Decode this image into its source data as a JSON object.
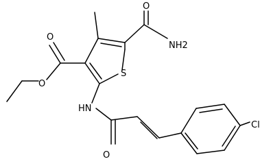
{
  "molecule": {
    "labels": {
      "amide_nh2": "NH2",
      "amide_o": "O",
      "ester_carbonyl_o": "O",
      "ester_ether_o": "O",
      "ring_sulfur": "S",
      "amide_nh": "HN",
      "acyl_o": "O",
      "chlorine": "Cl"
    }
  }
}
